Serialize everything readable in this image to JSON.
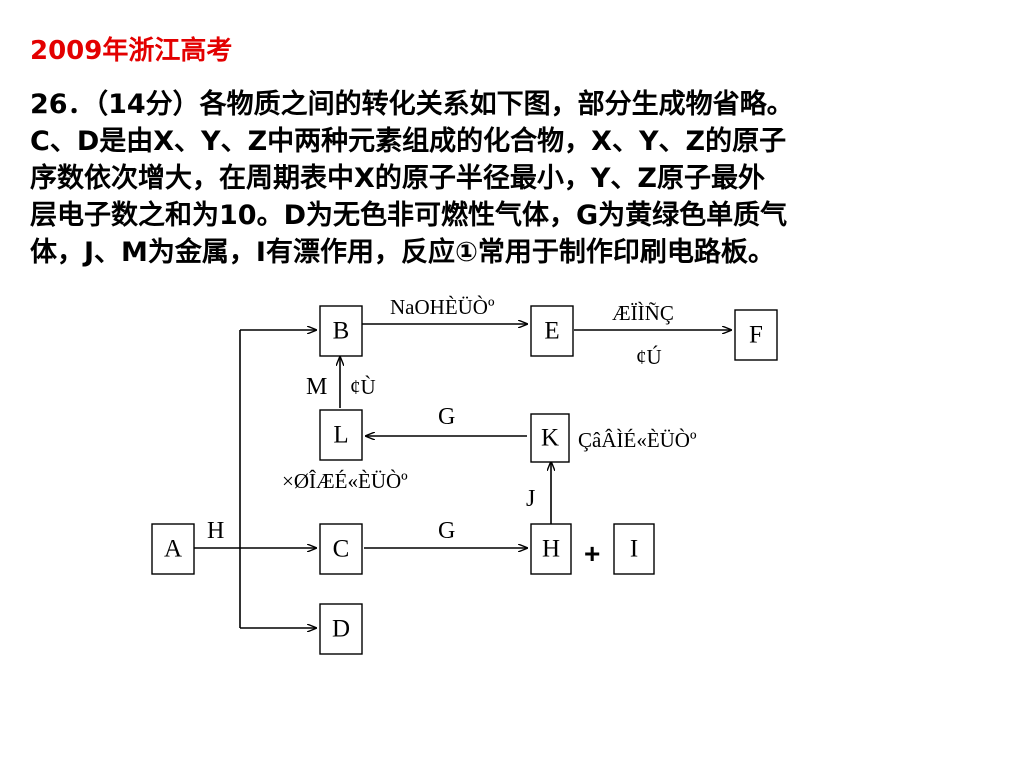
{
  "heading": "2009年浙江高考",
  "problem_lines": [
    "26．（14分）各物质之间的转化关系如下图，部分生成物省略。",
    "C、D是由X、Y、Z中两种元素组成的化合物，X、Y、Z的原子",
    "序数依次增大，在周期表中X的原子半径最小，Y、Z原子最外",
    "层电子数之和为10。D为无色非可燃性气体，G为黄绿色单质气",
    "体，J、M为金属，I有漂作用，反应①常用于制作印刷电路板。"
  ],
  "diagram": {
    "nodes": {
      "A": "A",
      "B": "B",
      "C": "C",
      "D": "D",
      "E": "E",
      "F": "F",
      "H": "H",
      "I": "I",
      "K": "K",
      "L": "L"
    },
    "labels": {
      "b_to_e": "NaOHÈÜÒº",
      "e_to_f_top": "ÆÏÌÑÇ",
      "e_to_f_bottom": "¢Ú",
      "m_to_b_letter": "M",
      "m_to_b_num": "¢Ù",
      "k_to_l": "G",
      "k_side": "ÇâÂÌÉ«ÈÜÒº",
      "l_below": "×ØÎÆÉ«ÈÜÒº",
      "j_to_k": "J",
      "a_h": "H",
      "c_to_h": "G",
      "plus": "+"
    }
  }
}
